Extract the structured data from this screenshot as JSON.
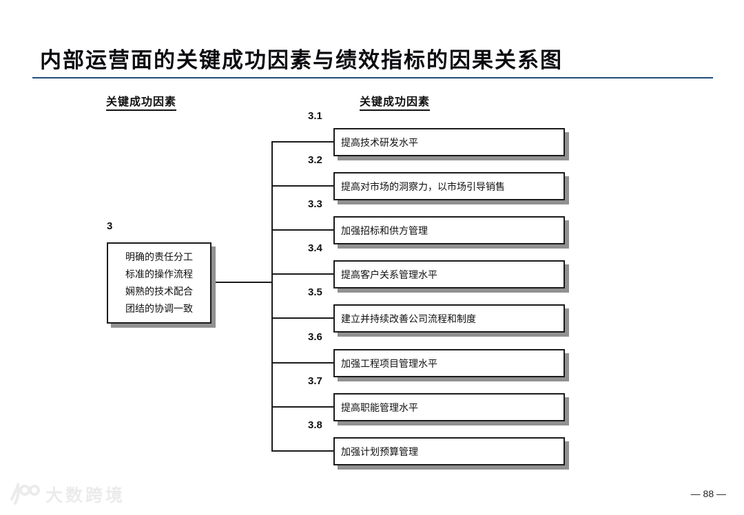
{
  "title": "内部运营面的关键成功因素与绩效指标的因果关系图",
  "headers": {
    "left": "关键成功因素",
    "right": "关键成功因素"
  },
  "left_item": {
    "num": "3",
    "lines": [
      "明确的责任分工",
      "标准的操作流程",
      "娴熟的技术配合",
      "团结的协调一致"
    ]
  },
  "right_items": [
    {
      "num": "3.1",
      "text": "提高技术研发水平"
    },
    {
      "num": "3.2",
      "text": "提高对市场的洞察力，以市场引导销售"
    },
    {
      "num": "3.3",
      "text": "加强招标和供方管理"
    },
    {
      "num": "3.4",
      "text": "提高客户关系管理水平"
    },
    {
      "num": "3.5",
      "text": "建立并持续改善公司流程和制度"
    },
    {
      "num": "3.6",
      "text": "加强工程项目管理水平"
    },
    {
      "num": "3.7",
      "text": "提高职能管理水平"
    },
    {
      "num": "3.8",
      "text": "加强计划预算管理"
    }
  ],
  "footer": {
    "page": "— 88 —",
    "watermark": "大数跨境"
  },
  "colors": {
    "title_rule": "#1F4E79",
    "box_border": "#1a1a1a",
    "box_shadow": "#919191",
    "watermark": "#ebebeb"
  }
}
